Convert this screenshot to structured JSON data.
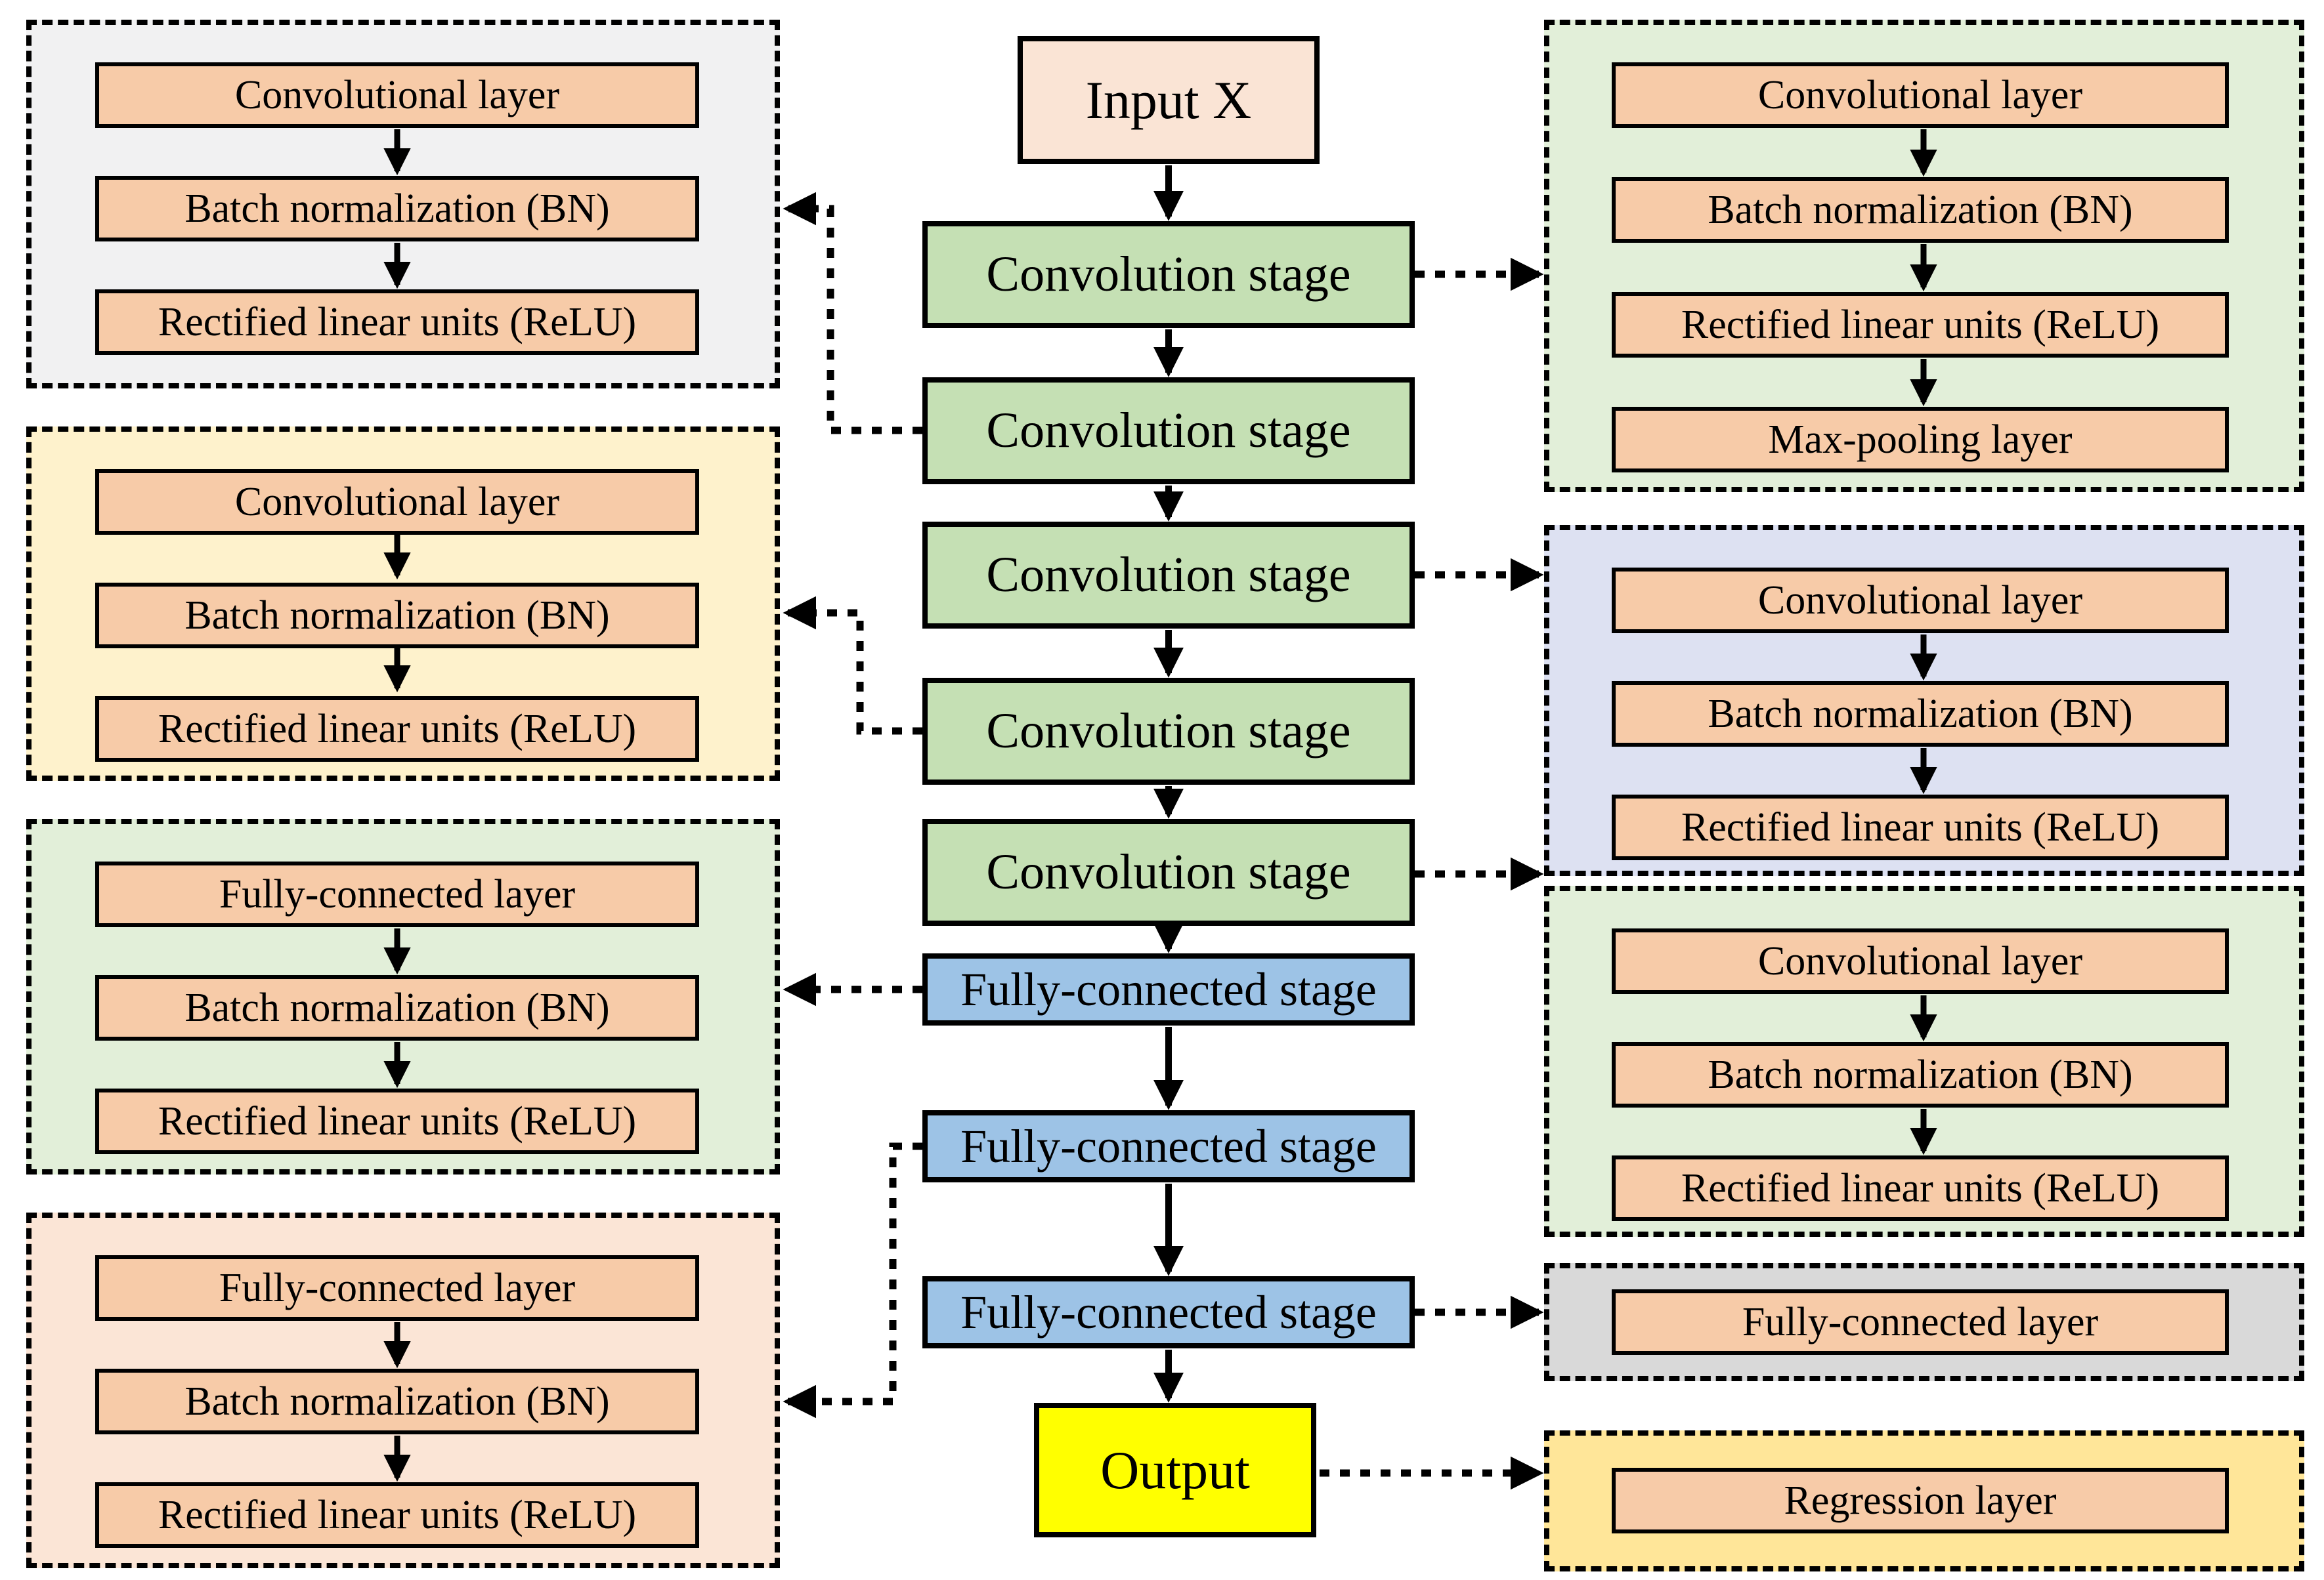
{
  "colors": {
    "stage_green": "#C5E0B4",
    "fc_stage_blue": "#9DC3E6",
    "output_yellow": "#FFFF00",
    "inner_layer_peach": "#F7CBA8",
    "input_peach": "#FAE4D5",
    "panel_gray": "#F1F1F2",
    "panel_cream": "#FEF2CC",
    "panel_green": "#E2EFD9",
    "panel_peach": "#FBE5D6",
    "panel_lavender": "#DDE1F2",
    "panel_dark_gray": "#D9D9D9",
    "panel_gold": "#FFE699",
    "line_black": "#000000"
  },
  "center": {
    "input_label": "Input X",
    "stages": [
      "Convolution stage",
      "Convolution stage",
      "Convolution stage",
      "Convolution stage",
      "Convolution stage"
    ],
    "fc_stages": [
      "Fully-connected stage",
      "Fully-connected stage",
      "Fully-connected stage"
    ],
    "output_label": "Output"
  },
  "left_panels": [
    {
      "rows": [
        "Convolutional layer",
        "Batch normalization (BN)",
        "Rectified linear units (ReLU)"
      ]
    },
    {
      "rows": [
        "Convolutional layer",
        "Batch normalization (BN)",
        "Rectified linear units (ReLU)"
      ]
    },
    {
      "rows": [
        "Fully-connected layer",
        "Batch normalization (BN)",
        "Rectified linear units (ReLU)"
      ]
    },
    {
      "rows": [
        "Fully-connected layer",
        "Batch normalization (BN)",
        "Rectified linear units (ReLU)"
      ]
    }
  ],
  "right_panels": [
    {
      "rows": [
        "Convolutional layer",
        "Batch normalization (BN)",
        "Rectified linear units (ReLU)",
        "Max-pooling layer"
      ]
    },
    {
      "rows": [
        "Convolutional layer",
        "Batch normalization (BN)",
        "Rectified linear units (ReLU)"
      ]
    },
    {
      "rows": [
        "Convolutional layer",
        "Batch normalization (BN)",
        "Rectified linear units (ReLU)"
      ]
    },
    {
      "rows": [
        "Fully-connected layer"
      ]
    },
    {
      "rows": [
        "Regression layer"
      ]
    }
  ]
}
